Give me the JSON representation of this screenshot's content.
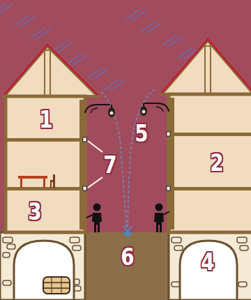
{
  "diagram": {
    "labels": [
      "1",
      "5",
      "2",
      "7",
      "3",
      "6",
      "4"
    ]
  }
}
